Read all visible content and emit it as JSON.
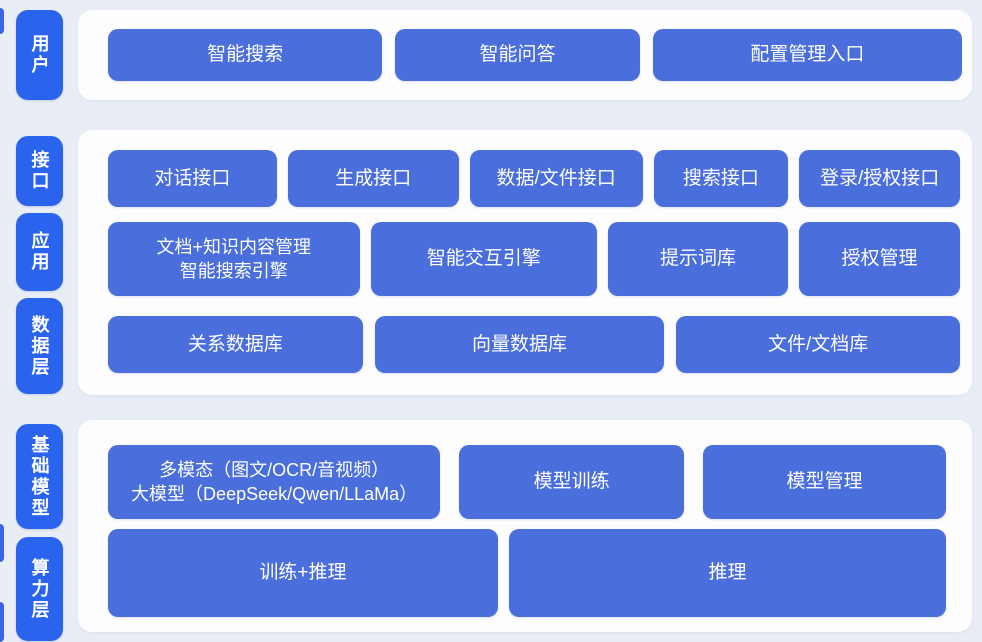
{
  "diagram": {
    "layers": {
      "user": "用户",
      "interface": "接口",
      "application": "应用",
      "data_layer": "数据层",
      "base_model": "基础模型",
      "compute_layer": "算力层"
    },
    "user_row": [
      "智能搜索",
      "智能问答",
      "配置管理入口"
    ],
    "interface_row": [
      "对话接口",
      "生成接口",
      "数据/文件接口",
      "搜索接口",
      "登录/授权接口"
    ],
    "application_row": [
      "文档+知识内容管理\n智能搜索引擎",
      "智能交互引擎",
      "提示词库",
      "授权管理"
    ],
    "data_row": [
      "关系数据库",
      "向量数据库",
      "文件/文档库"
    ],
    "model_row": [
      "多模态（图文/OCR/音视频）\n大模型（DeepSeek/Qwen/LLaMa）",
      "模型训练",
      "模型管理"
    ],
    "compute_row": [
      "训练+推理",
      "推理"
    ],
    "colors": {
      "page_background": "#e9eef6",
      "panel_background": "#fdfdfe",
      "layer_label_blue": "#2a63ee",
      "node_blue": "#4a6edb",
      "text_white": "#ffffff"
    }
  }
}
